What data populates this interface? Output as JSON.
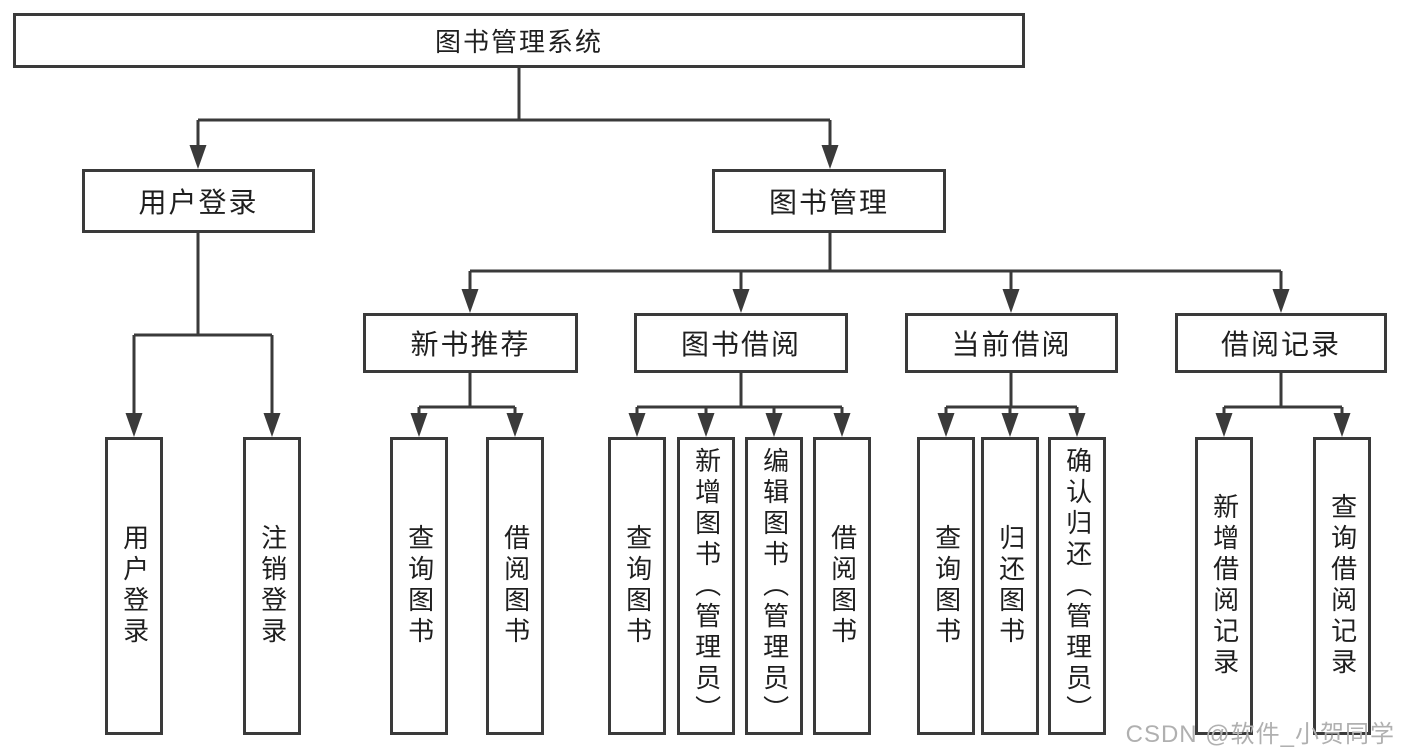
{
  "title": "图书管理系统",
  "level2": {
    "user_login": "用户登录",
    "book_mgmt": "图书管理"
  },
  "level3": {
    "new_book": "新书推荐",
    "book_borrow": "图书借阅",
    "current_borrow": "当前借阅",
    "borrow_record": "借阅记录"
  },
  "leaves": {
    "user_login": [
      "用户登录",
      "注销登录"
    ],
    "new_book": [
      "查询图书",
      "借阅图书"
    ],
    "book_borrow": [
      "查询图书",
      "新增图书（管理员）",
      "编辑图书（管理员）",
      "借阅图书"
    ],
    "current_borrow": [
      "查询图书",
      "归还图书",
      "确认归还（管理员）"
    ],
    "borrow_record": [
      "新增借阅记录",
      "查询借阅记录"
    ]
  },
  "watermark": "CSDN @软件_小贺同学",
  "colors": {
    "line": "#3a3a3a",
    "box_border": "#3a3a3a",
    "box_fill": "#ffffff",
    "text": "#1f1f1f",
    "watermark": "#b0b0b0"
  }
}
